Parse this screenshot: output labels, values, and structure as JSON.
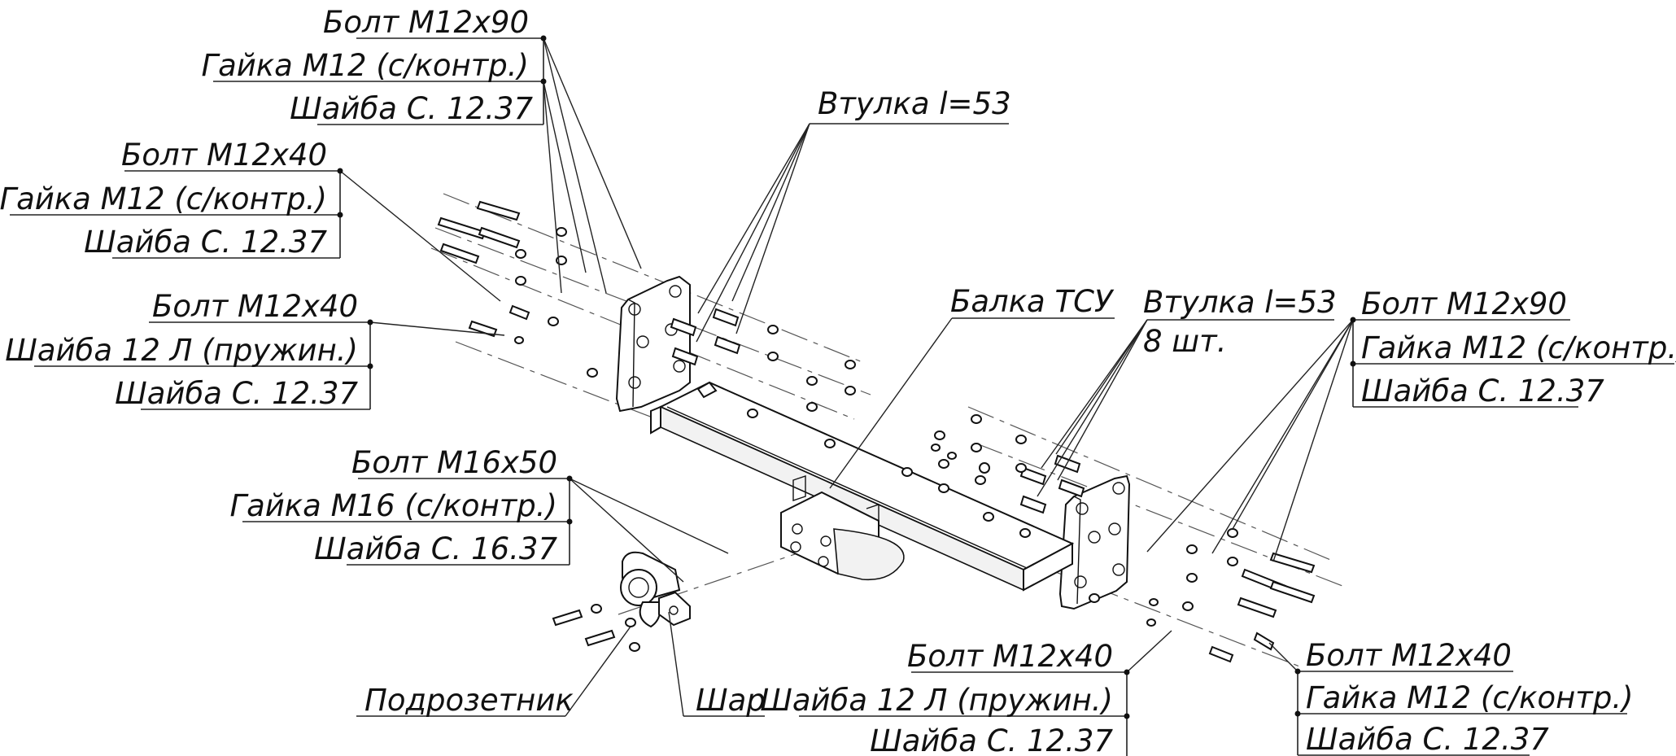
{
  "diagram": {
    "labels": {
      "tl_bolt": "Болт М12х90",
      "tl_nut": "Гайка М12 (с/контр.)",
      "tl_washer": "Шайба С. 12.37",
      "ml_bolt": "Болт М12х40",
      "ml_nut": "Гайка М12 (с/контр.)",
      "ml_washer": "Шайба С. 12.37",
      "ll_bolt": "Болт М12х40",
      "ll_spring": "Шайба  12 Л (пружин.)",
      "ll_washer": "Шайба С. 12.37",
      "bushing_top": "Втулка l=53",
      "beam": "Балка ТСУ",
      "bushing_mid": "Втулка l=53",
      "bushing_qty": "8 шт.",
      "tr_bolt": "Болт М12х90",
      "tr_nut": "Гайка М12 (с/контр.)",
      "tr_washer": "Шайба С. 12.37",
      "bl_bolt": "Болт М16х50",
      "bl_nut": "Гайка М16 (с/контр.)",
      "bl_washer": "Шайба С. 16.37",
      "socket_plate": "Подрозетник",
      "ball": "Шар",
      "bc_bolt": "Болт М12х40",
      "bc_spring": "Шайба  12 Л (пружин.)",
      "bc_washer": "Шайба С. 12.37",
      "br_bolt": "Болт М12х40",
      "br_nut": "Гайка М12 (с/контр.)",
      "br_washer": "Шайба С. 12.37"
    }
  }
}
